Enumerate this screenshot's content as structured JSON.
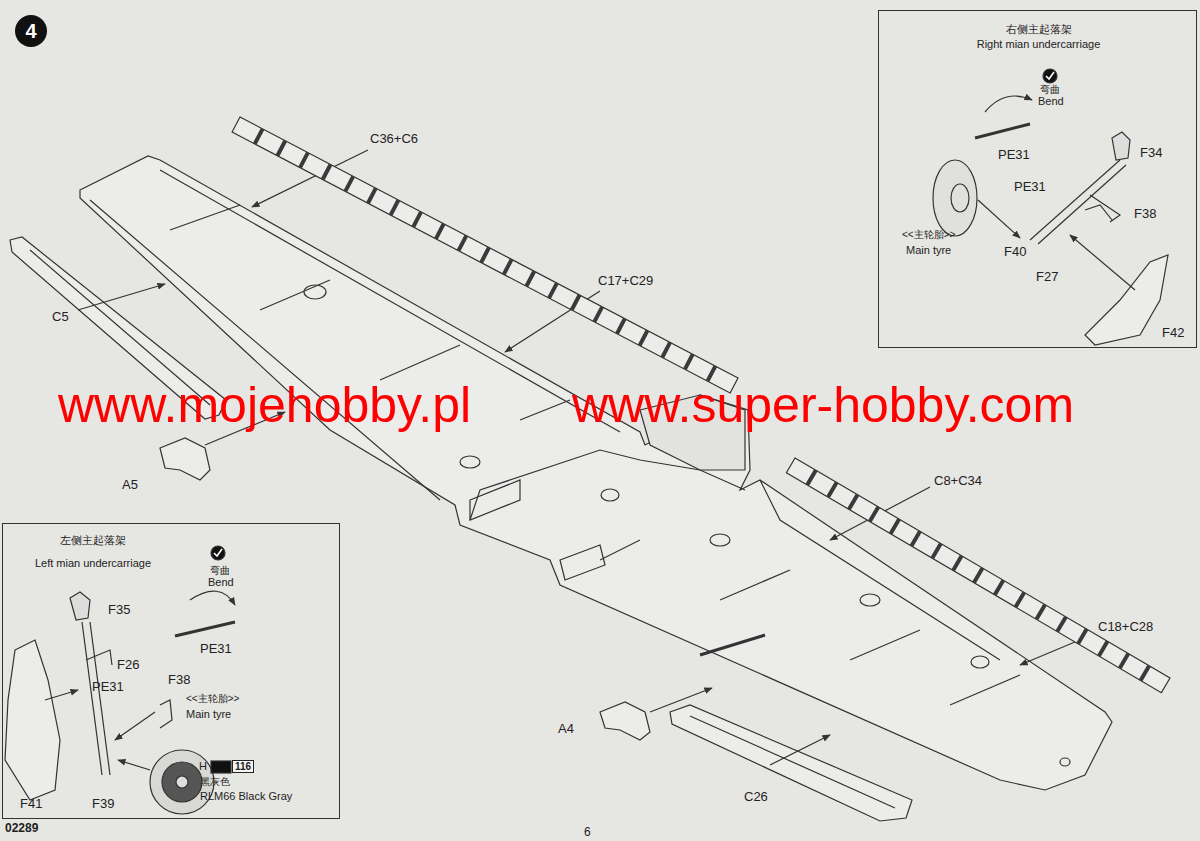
{
  "diagram": {
    "nodes": [
      {
        "text": [
          "4"
        ]
      },
      {
        "text": [
          "右侧主起落架",
          "Right mian undercarriage"
        ]
      },
      {
        "text": [
          "左侧主起落架",
          "Left mian undercarriage"
        ]
      }
    ],
    "labels": [
      "C36+C6",
      "C17+C29",
      "C5",
      "A5",
      "www.mojehobby.pl",
      "www.super-hobby.com",
      "C8+C34",
      "C18+C28",
      "A4",
      "C26",
      "弯曲",
      "Bend",
      "PE31",
      "F34",
      "PE31",
      "F38",
      "<<主轮胎>>",
      "Main tyre",
      "F40",
      "F27",
      "F42",
      "弯曲",
      "Bend",
      "F35",
      "PE31",
      "F26",
      "PE31",
      "F38",
      "<<主轮胎>>",
      "Main tyre",
      "H",
      "116",
      "黑灰色",
      "RLM66 Black Gray",
      "F41",
      "F39",
      "02289",
      "6"
    ]
  }
}
